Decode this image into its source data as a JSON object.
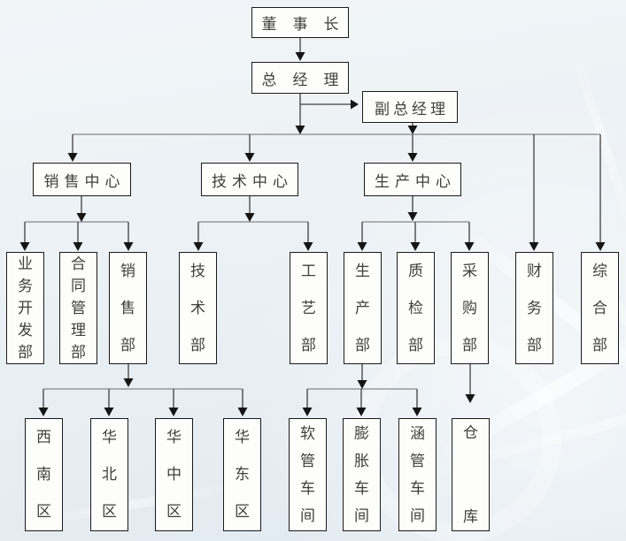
{
  "org_chart": {
    "nodes": {
      "chairman": "董事长",
      "general_manager": "总经理",
      "deputy_general_manager": "副总经理",
      "sales_center": "销售中心",
      "tech_center": "技术中心",
      "production_center": "生产中心",
      "business_dev_dept": "业务开发部",
      "contract_mgmt_dept": "合同管理部",
      "sales_dept": "销售部",
      "tech_dept": "技术部",
      "process_dept": "工艺部",
      "production_dept": "生产部",
      "quality_dept": "质检部",
      "purchasing_dept": "采购部",
      "finance_dept": "财务部",
      "general_affairs_dept": "综合部",
      "southwest_region": "西南区",
      "north_china_region": "华北区",
      "central_china_region": "华中区",
      "east_china_region": "华东区",
      "hose_workshop": "软管车间",
      "expansion_workshop": "膨胀车间",
      "culvert_workshop": "涵管车间",
      "warehouse": "仓库"
    },
    "edges": [
      [
        "chairman",
        "general_manager"
      ],
      [
        "general_manager",
        "deputy_general_manager"
      ],
      [
        "general_manager",
        "sales_center"
      ],
      [
        "general_manager",
        "tech_center"
      ],
      [
        "general_manager",
        "production_center"
      ],
      [
        "general_manager",
        "finance_dept"
      ],
      [
        "general_manager",
        "general_affairs_dept"
      ],
      [
        "sales_center",
        "business_dev_dept"
      ],
      [
        "sales_center",
        "contract_mgmt_dept"
      ],
      [
        "sales_center",
        "sales_dept"
      ],
      [
        "tech_center",
        "tech_dept"
      ],
      [
        "tech_center",
        "process_dept"
      ],
      [
        "production_center",
        "production_dept"
      ],
      [
        "production_center",
        "quality_dept"
      ],
      [
        "production_center",
        "purchasing_dept"
      ],
      [
        "sales_dept",
        "southwest_region"
      ],
      [
        "sales_dept",
        "north_china_region"
      ],
      [
        "sales_dept",
        "central_china_region"
      ],
      [
        "sales_dept",
        "east_china_region"
      ],
      [
        "production_dept",
        "hose_workshop"
      ],
      [
        "production_dept",
        "expansion_workshop"
      ],
      [
        "production_dept",
        "culvert_workshop"
      ],
      [
        "purchasing_dept",
        "warehouse"
      ]
    ],
    "colors": {
      "background_top": "#f1f5f8",
      "background_bottom": "#e1eaf1",
      "node_fill": "#fdfdfb",
      "node_border": "#1a1a1a",
      "node_text": "#3f3f3f",
      "connector_line": "#3e3e3e",
      "bus_line": "#6e6e6e",
      "arrowhead": "#151515"
    }
  }
}
